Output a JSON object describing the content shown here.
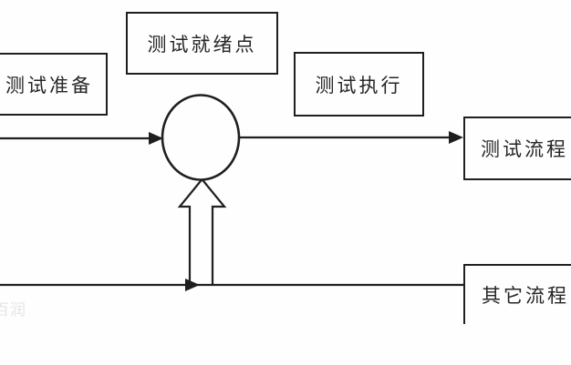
{
  "diagram": {
    "nodes": {
      "test_prep": {
        "label": "测试准备"
      },
      "test_ready": {
        "label": "测试就绪点"
      },
      "test_exec": {
        "label": "测试执行"
      },
      "test_flow": {
        "label": "测试流程"
      },
      "other_flow": {
        "label": "其它流程"
      }
    },
    "connectors": {
      "top_flow_arrow": "left-edge to junction-circle",
      "circle_to_test_flow_arrow": "junction-circle to test-flow box",
      "bottom_flow_line": "left-edge to other-flow box",
      "block_arrow_up": "bottom line up into junction-circle"
    },
    "watermark": "百润",
    "colors": {
      "line": "#1f1f1f",
      "text": "#262626",
      "background": "#fefefe"
    }
  }
}
